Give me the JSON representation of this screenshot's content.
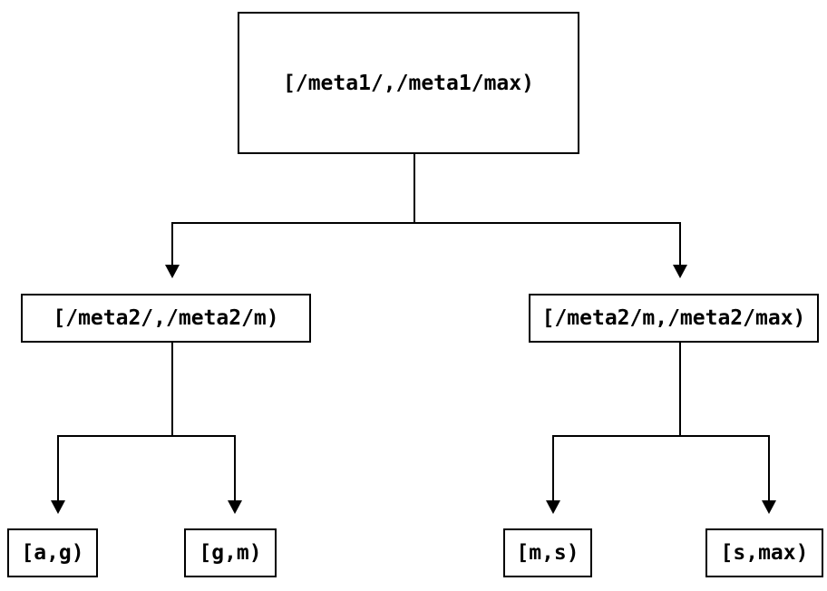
{
  "diagram": {
    "type": "binary-interval-tree",
    "colors": {
      "ink": "#000000",
      "background": "#ffffff"
    }
  },
  "tree": {
    "root": {
      "label": "[/meta1/,/meta1/max)",
      "children": [
        {
          "label": "[/meta2/,/meta2/m)",
          "children": [
            {
              "label": "[a,g)"
            },
            {
              "label": "[g,m)"
            }
          ]
        },
        {
          "label": "[/meta2/m,/meta2/max)",
          "children": [
            {
              "label": "[m,s)"
            },
            {
              "label": "[s,max)"
            }
          ]
        }
      ]
    }
  }
}
